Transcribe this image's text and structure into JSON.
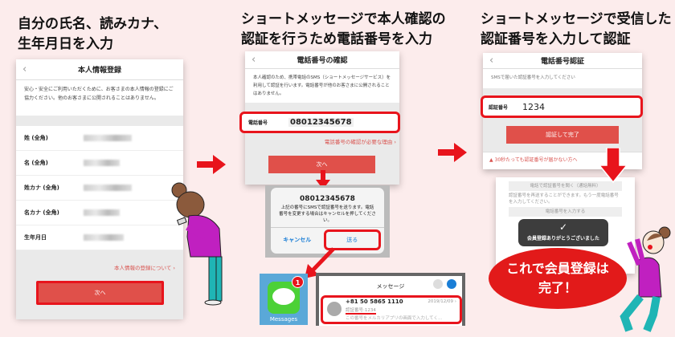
{
  "step1": {
    "title": "自分の氏名、読みカナ、\n生年月日を入力",
    "header": "本人情報登録",
    "back": "‹",
    "desc": "安心・安全にご利用いただくために、お客さまの本人情報の登録にご協力ください。他のお客さまに公開されることはありません。",
    "fields": [
      {
        "label": "姓 (全角)"
      },
      {
        "label": "名 (全角)"
      },
      {
        "label": "姓カナ (全角)"
      },
      {
        "label": "名カナ (全角)"
      },
      {
        "label": "生年月日"
      }
    ],
    "link": "本人情報の登録について ›",
    "next": "次へ"
  },
  "step2": {
    "title": "ショートメッセージで本人確認の\n認証を行うため電話番号を入力",
    "header": "電話番号の確認",
    "back": "‹",
    "desc": "本人確認のため、携帯電話のSMS（ショートメッセージサービス）を利用して認証を行います。電話番号が他のお客さまに公開されることはありません。",
    "phone_label": "電話番号",
    "phone_value": "08012345678",
    "link": "電話番号の確認が必要な理由 ›",
    "next": "次へ",
    "dialog": {
      "number": "08012345678",
      "text": "上記の番号にSMSで認証番号を送ります。電話番号を変更する場合はキャンセルを押してください。",
      "cancel": "キャンセル",
      "send": "送る"
    },
    "messages_app": {
      "label": "Messages",
      "badge": "1"
    },
    "message_list": {
      "title": "メッセージ",
      "sender": "+81 50 5865 1110",
      "date": "2019/12/09 ›",
      "code": "認証番号:1234",
      "preview": "この番号をメルカリアプリの画面で入力してく…"
    }
  },
  "step3": {
    "title": "ショートメッセージで受信した\n認証番号を入力して認証",
    "header": "電話番号認証",
    "back": "‹",
    "desc": "SMSで届いた認証番号を入力してください",
    "code_label": "認証番号",
    "code_value": "1234",
    "submit": "認証して完了",
    "warning": "▲ 30秒たっても認証番号が届かない方へ",
    "bg_lines": [
      "電話で認証番号を聞く（通話無料）",
      "認証番号を再送することができます。もう一度電話番号を入力してください。",
      "電話番号を入力する"
    ],
    "toast": "会員登録ありがとうございました",
    "callout": "これで会員登録は\n完了！"
  },
  "colors": {
    "accent": "#e8141c",
    "button": "#e0504a",
    "background": "#fcecec"
  }
}
